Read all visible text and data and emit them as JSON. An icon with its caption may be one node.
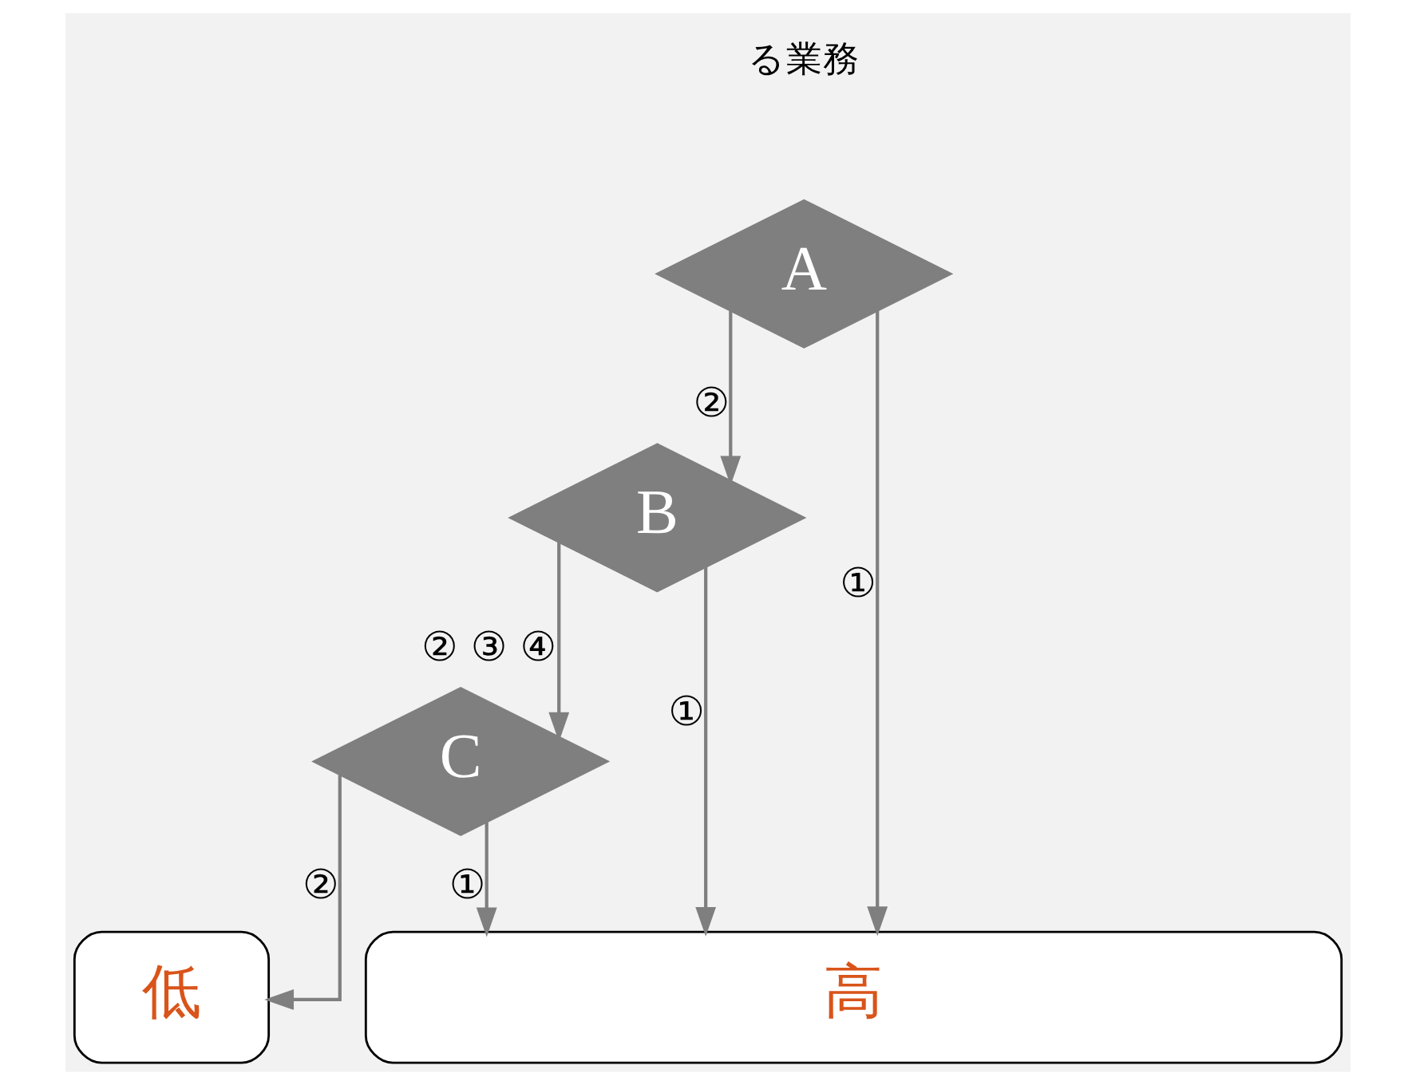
{
  "diagram": {
    "nodes": [
      {
        "text": [
          "A"
        ]
      },
      {
        "text": [
          "B"
        ]
      },
      {
        "text": [
          "C"
        ]
      },
      {
        "text": [
          "高"
        ]
      },
      {
        "text": [
          "低"
        ]
      }
    ],
    "edges": [
      {
        "from": 0,
        "to": 3,
        "arrow": "to",
        "label": "①"
      },
      {
        "from": 0,
        "to": 1,
        "arrow": "to",
        "label": "②"
      },
      {
        "from": 1,
        "to": 3,
        "arrow": "to",
        "label": "①"
      },
      {
        "from": 1,
        "to": 2,
        "arrow": "to",
        "label": "② ③ ④"
      },
      {
        "from": 2,
        "to": 3,
        "arrow": "to",
        "label": "①"
      },
      {
        "from": 2,
        "to": 4,
        "arrow": "to",
        "label": "②"
      }
    ],
    "labels": [
      "る業務"
    ]
  }
}
